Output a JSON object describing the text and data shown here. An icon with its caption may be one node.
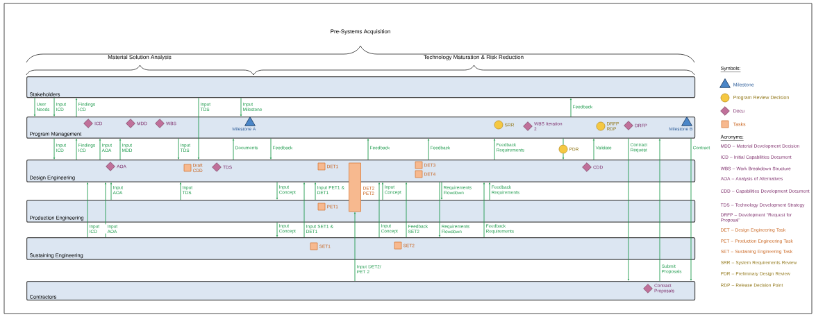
{
  "diagram": {
    "nodes": [
      {
        "text": [
          "Stakeholders"
        ]
      },
      {
        "text": [
          "Program Management"
        ]
      },
      {
        "text": [
          "Design Engineering"
        ]
      },
      {
        "text": [
          "Production Engineering"
        ]
      },
      {
        "text": [
          "Sustaining Engineering"
        ]
      },
      {
        "text": [
          "Contractors"
        ]
      },
      {
        "text": [],
        "shape": "diamond",
        "in": 1,
        "beside": [
          "ICD"
        ]
      },
      {
        "text": [],
        "shape": "diamond",
        "in": 1,
        "beside": [
          "MDD"
        ]
      },
      {
        "text": [],
        "shape": "diamond",
        "in": 1,
        "beside": [
          "WBS"
        ]
      },
      {
        "text": [],
        "shape": "triangle",
        "in": 1,
        "beside": [
          "Milestone A"
        ]
      },
      {
        "text": [],
        "shape": "circle",
        "in": 1,
        "beside": [
          "SRR"
        ]
      },
      {
        "text": [],
        "shape": "diamond",
        "in": 1,
        "beside": [
          "WBS Iteration 2"
        ]
      },
      {
        "text": [],
        "shape": "circle",
        "in": 1,
        "beside": [
          "DRFP RDP"
        ]
      },
      {
        "text": [],
        "shape": "diamond",
        "in": 1,
        "beside": [
          "DRFP"
        ]
      },
      {
        "text": [],
        "shape": "triangle",
        "in": 1,
        "beside": [
          "Milestone B"
        ]
      },
      {
        "text": [],
        "shape": "diamond",
        "in": 2,
        "beside": [
          "AOA"
        ]
      },
      {
        "text": [],
        "shape": "box",
        "in": 2,
        "beside": [
          "Draft CDD"
        ]
      },
      {
        "text": [],
        "shape": "diamond",
        "in": 2,
        "beside": [
          "TDS"
        ]
      },
      {
        "text": [],
        "shape": "box",
        "in": 2,
        "beside": [
          "DET1"
        ]
      },
      {
        "text": [],
        "shape": "box",
        "in": 2,
        "beside": [
          "DET3"
        ]
      },
      {
        "text": [],
        "shape": "box",
        "in": 2,
        "beside": [
          "DET4"
        ]
      },
      {
        "text": [],
        "shape": "diamond",
        "in": 2,
        "beside": [
          "CDD"
        ]
      },
      {
        "text": [],
        "shape": "box",
        "in": 3,
        "beside": [
          "PET1"
        ]
      },
      {
        "text": [],
        "shape": "box",
        "in": 4,
        "beside": [
          "SET1"
        ]
      },
      {
        "text": [],
        "shape": "box",
        "in": 4,
        "beside": [
          "SET2"
        ]
      },
      {
        "text": [],
        "shape": "diamond",
        "in": 5,
        "beside": [
          "Contract Proposals"
        ]
      },
      {
        "text": [],
        "shape": "circle",
        "beside": [
          "PDR"
        ]
      },
      {
        "text": [],
        "shape": "bar",
        "beside": [
          "DET2 PET2"
        ]
      }
    ],
    "edges": [
      {
        "from": 0,
        "to": 1,
        "arrow": "to",
        "label": "User Needs"
      },
      {
        "from": 0,
        "to": 1,
        "arrow": "to",
        "label": "Input ICD"
      },
      {
        "from": 1,
        "to": 0,
        "arrow": "to",
        "label": "Findings ICD"
      },
      {
        "from": 0,
        "to": 2,
        "arrow": "to",
        "label": "Input TDS"
      },
      {
        "from": 0,
        "to": 1,
        "arrow": "to",
        "label": "Input Milestone"
      },
      {
        "from": 1,
        "to": 0,
        "arrow": "to",
        "label": "Feedback"
      },
      {
        "from": 1,
        "to": 2,
        "arrow": "to",
        "label": "Input ICD"
      },
      {
        "from": 2,
        "to": 1,
        "arrow": "to",
        "label": "Findings ICD"
      },
      {
        "from": 2,
        "to": 1,
        "arrow": "to",
        "label": "Input AOA"
      },
      {
        "from": 2,
        "to": 1,
        "arrow": "to",
        "label": "Input MDD"
      },
      {
        "from": 1,
        "to": 2,
        "arrow": "to",
        "label": "Input TDS"
      },
      {
        "from": 2,
        "to": 1,
        "arrow": "to",
        "label": "Documents"
      },
      {
        "from": 1,
        "to": 2,
        "arrow": "to",
        "label": "Feedback"
      },
      {
        "from": 2,
        "to": 1,
        "arrow": "to",
        "label": "Feedback"
      },
      {
        "from": 2,
        "to": 1,
        "arrow": "to",
        "label": "Feedback"
      },
      {
        "from": 2,
        "to": 1,
        "arrow": "to",
        "label": "Feedback Requirements"
      },
      {
        "from": 1,
        "to": 26,
        "arrow": "none"
      },
      {
        "from": 26,
        "to": 2,
        "arrow": "to"
      },
      {
        "from": 2,
        "to": 1,
        "arrow": "to",
        "label": "Validate"
      },
      {
        "from": 1,
        "to": 5,
        "arrow": "to",
        "label": "Contract Request"
      },
      {
        "from": 5,
        "to": 1,
        "arrow": "to",
        "label": "Submit Proposals"
      },
      {
        "from": 1,
        "to": 5,
        "arrow": "to",
        "label": "Contract"
      },
      {
        "from": 4,
        "to": 2,
        "arrow": "to",
        "label": "Input ICD"
      },
      {
        "from": 4,
        "to": 2,
        "arrow": "to",
        "label": "Input AOA"
      },
      {
        "from": 3,
        "to": 2,
        "arrow": "to",
        "label": "Input AOA"
      },
      {
        "from": 3,
        "to": 2,
        "arrow": "to",
        "label": "Input TDS"
      },
      {
        "from": 2,
        "to": 3,
        "arrow": "to",
        "label": "Input Concept"
      },
      {
        "from": 3,
        "to": 4,
        "arrow": "to",
        "label": "Input Concept"
      },
      {
        "from": 3,
        "to": 2,
        "arrow": "to",
        "label": "Input PET1 & DET1"
      },
      {
        "from": 4,
        "to": 2,
        "arrow": "to",
        "label": "Input SET1 & DET1"
      },
      {
        "from": 5,
        "to": 27,
        "arrow": "to",
        "label": "Input DET2/ PET 2"
      },
      {
        "from": 3,
        "to": 2,
        "arrow": "to",
        "label": "Input Concept"
      },
      {
        "from": 4,
        "to": 2,
        "arrow": "to",
        "label": "Input Concept"
      },
      {
        "from": 4,
        "to": 2,
        "arrow": "to",
        "label": "Feedback SET2"
      },
      {
        "from": 2,
        "to": 3,
        "arrow": "to",
        "label": "Requirements Flowdown"
      },
      {
        "from": 2,
        "to": 4,
        "arrow": "to",
        "label": "Requirements Flowdown"
      },
      {
        "from": 4,
        "to": 2,
        "arrow": "to",
        "label": "Feedback Requirements"
      },
      {
        "from": 3,
        "to": 2,
        "arrow": "to",
        "label": "Feedback Requirements"
      }
    ],
    "labels": [
      "Pre-Systems Acquisition",
      "Material Solution Analysis",
      "Technology Maturation & Risk Reduction",
      "Symbols:",
      "Acronyms:",
      "MDD – Material Development Decision",
      "ICD – Initial Capabilities Document",
      "WBS – Work Breakdown Structure",
      "AOA – Analysis of Alternatives",
      "CDD – Capabilities Development Document",
      "TDS – Technology Development Strategy",
      "DRFP – Development \"Request for Proposal\"",
      "DET – Design Engineering Task",
      "PET – Production Engineering Task",
      "SET – Sustaining Engineering Task",
      "SRR – System Requirements Review",
      "PDR – Preliminary Design Review",
      "RDP – Release Decision Point"
    ],
    "legend": [
      {
        "text": "Milestone"
      },
      {
        "text": "Program Review Decision"
      },
      {
        "text": "Docu"
      },
      {
        "text": "Tasks"
      }
    ]
  }
}
